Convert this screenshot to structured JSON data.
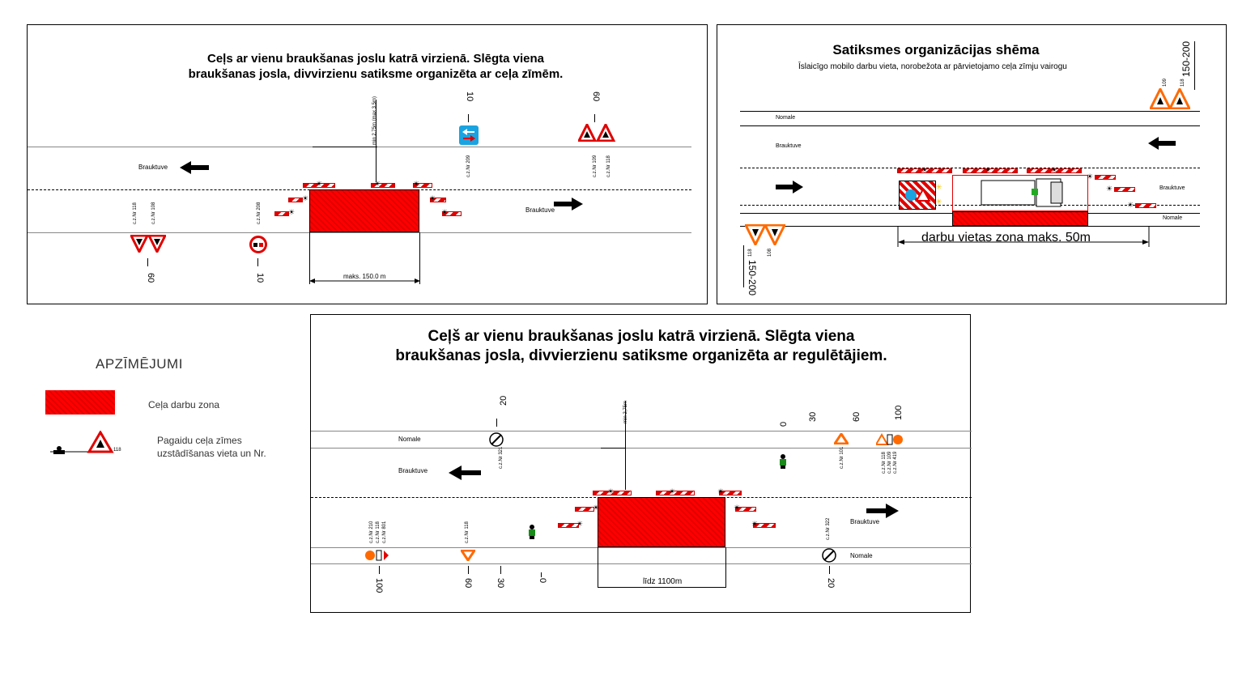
{
  "panel1": {
    "title_line1": "Ceļs ar vienu braukšanas joslu katrā virzienā. Slēgta viena",
    "title_line2": "braukšanas josla, divvirzienu satiksme organizēta ar ceļa zīmēm.",
    "road_label_left": "Brauktuve",
    "road_label_right": "Brauktuve",
    "width_note": "min 2,75m (max 3,5m)",
    "zone_length": "maks. 150.0 m",
    "dist_top_1": "10",
    "dist_top_2": "60",
    "dist_bottom_1": "60",
    "dist_bottom_2": "10",
    "sign_top_1": "c.z.Nr 209",
    "sign_top_2a": "c.z.Nr 109",
    "sign_top_2b": "c.z.Nr 118",
    "sign_bot_1a": "c.z.Nr 118",
    "sign_bot_1b": "c.z.Nr 108",
    "sign_bot_2": "c.z.Nr 208"
  },
  "panel2": {
    "title": "Satiksmes organizācijas shēma",
    "subtitle": "Īslaicīgo mobilo darbu vieta, norobežota ar pārvietojamo ceļa zīmju vairogu",
    "shoulder_top": "Nomale",
    "shoulder_bottom": "Nomale",
    "road_top": "Brauktuve",
    "road_bottom": "Brauktuve",
    "range_top": "150-200",
    "range_bottom": "150-200",
    "sign_top_a": "109",
    "sign_top_b": "118",
    "sign_bot_a": "118",
    "sign_bot_b": "108",
    "zone_label": "darbu vietas zona maks. 50m"
  },
  "panel3": {
    "title_line1": "Ceļš ar vienu braukšanas joslu katrā virzienā. Slēgta viena",
    "title_line2": "braukšanas josla, divvierzienu satiksme organizēta ar regulētājiem.",
    "shoulder_top": "Nomale",
    "shoulder_bottom": "Nomale",
    "road_left": "Brauktuve",
    "road_right": "Brauktuve",
    "width_note": "min 2,75m",
    "zone_length": "līdz 1100m",
    "top_dist": [
      "20",
      "0",
      "30",
      "60",
      "100"
    ],
    "bottom_dist": [
      "100",
      "60",
      "30",
      "0",
      "20"
    ],
    "sign_t1": "c.z.Nr 321",
    "sign_t2": "c.z.Nr 101",
    "sign_t3a": "c.z.Nr 118",
    "sign_t3b": "c.z.Nr 109",
    "sign_t3c": "c.z.Nr 419",
    "sign_b1a": "c.z.Nr 210",
    "sign_b1b": "c.z.Nr 118",
    "sign_b1c": "c.z.Nr 801",
    "sign_b2": "c.z.Nr 118",
    "sign_b3": "c.z.Nr 322"
  },
  "legend": {
    "heading": "APZĪMĒJUMI",
    "item1": "Ceļa darbu zona",
    "item2_line1": "Pagaidu ceļa zīmes",
    "item2_line2": "uzstādīšanas vieta un Nr.",
    "item2_num": "118"
  },
  "colors": {
    "zone": "#ff0000",
    "sign_red": "#e00000",
    "blue": "#1aa3e0",
    "orange": "#ff6a00",
    "green": "#1a8a1a"
  }
}
